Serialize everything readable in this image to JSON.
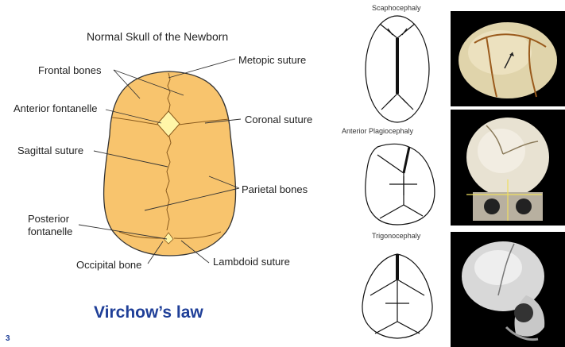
{
  "skull_diagram": {
    "title": "Normal Skull of the Newborn",
    "labels": {
      "frontal_bones": "Frontal bones",
      "metopic_suture": "Metopic suture",
      "anterior_fontanelle": "Anterior fontanelle",
      "coronal_suture": "Coronal suture",
      "sagittal_suture": "Sagittal suture",
      "parietal_bones": "Parietal bones",
      "posterior_fontanelle_line1": "Posterior",
      "posterior_fontanelle_line2": "fontanelle",
      "occipital_bone": "Occipital bone",
      "lambdoid_suture": "Lambdoid suture"
    },
    "fill_color": "#f8c46d"
  },
  "craniosynostosis": [
    {
      "label": "Scaphocephaly"
    },
    {
      "label": "Anterior Plagiocephaly"
    },
    {
      "label": "Trigonocephaly"
    }
  ],
  "footer": {
    "law": "Virchow’s law",
    "page_number": "3"
  },
  "colors": {
    "accent": "#1f3f98",
    "skull_fill": "#f8c46d",
    "photo_bg": "#000000"
  }
}
